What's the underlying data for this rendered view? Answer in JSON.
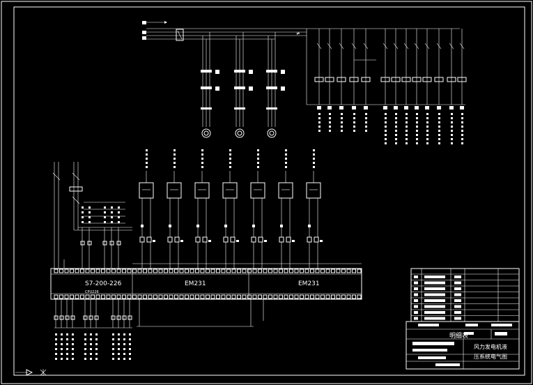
{
  "modules": {
    "cpu": "S7-200-226",
    "cpu_sub": "CPU226",
    "ext1": "EM231",
    "ext2": "EM231"
  },
  "title_block": {
    "list_title": "明细表",
    "drawing_title_line1": "风力发电机液",
    "drawing_title_line2": "压系统电气图"
  },
  "colors": {
    "background": "#000000",
    "lines": "#ffffff"
  }
}
